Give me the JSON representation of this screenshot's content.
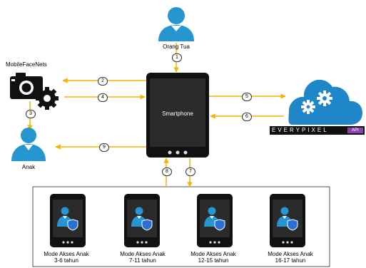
{
  "colors": {
    "arrow": "#f5b400",
    "person": "#2596cf",
    "cloud": "#1e86c9",
    "phone_body": "#111111",
    "phone_screen": "#2b2b2b",
    "gear": "#ffffff",
    "api_badge": "#8e3fb0"
  },
  "nodes": {
    "parent": {
      "label": "Orang Tua",
      "icon": "person-icon"
    },
    "face_model": {
      "label": "MobileFaceNets",
      "icon": "camera-gear-icon"
    },
    "smartphone": {
      "label": "Smartphone",
      "icon": "smartphone-icon"
    },
    "child": {
      "label": "Anak",
      "icon": "person-icon"
    },
    "cloud_api": {
      "brand": "EVERYPIXEL",
      "badge": "API",
      "icon": "cloud-gears-icon"
    }
  },
  "steps": [
    "1",
    "2",
    "3",
    "4",
    "5",
    "6",
    "7",
    "8",
    "9"
  ],
  "modes": [
    {
      "line1": "Mode Akses Anak",
      "line2": "3-6 tahun"
    },
    {
      "line1": "Mode Akses Anak",
      "line2": "7-11 tahun"
    },
    {
      "line1": "Mode Akses Anak",
      "line2": "12-15 tahun"
    },
    {
      "line1": "Mode Akses Anak",
      "line2": "16-17 tahun"
    }
  ]
}
